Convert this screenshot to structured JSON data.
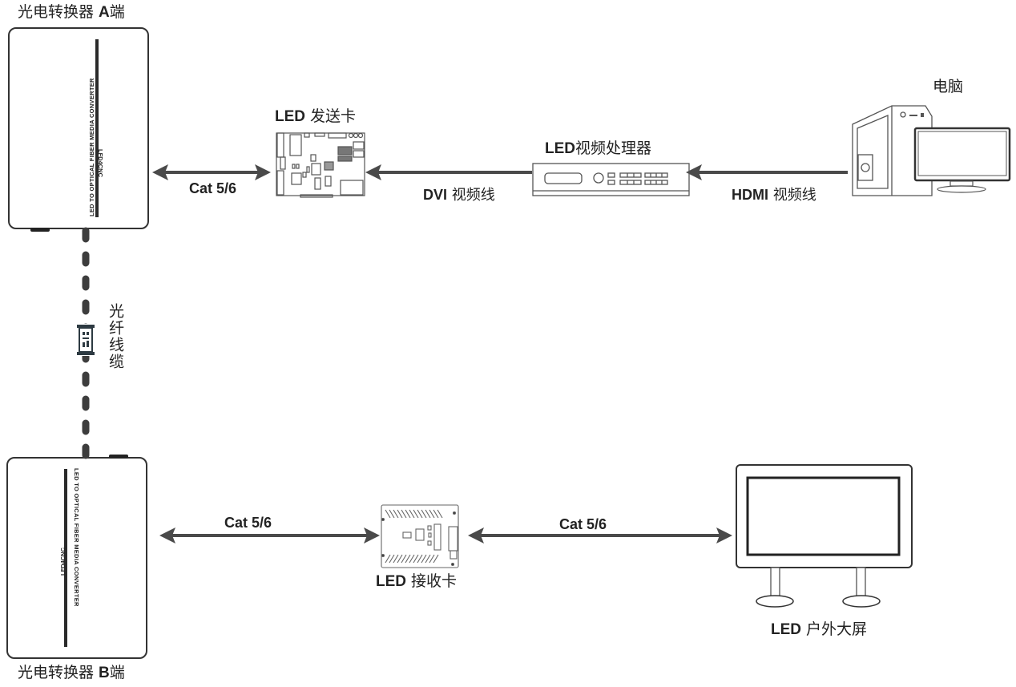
{
  "diagram": {
    "title": "LED显示屏光纤传输连接示意图",
    "nodes": {
      "converter_a": {
        "label_prefix": "光电转换器 ",
        "label_bold": "A",
        "label_suffix": "端",
        "device_text": "LED TO OPTICAL FIBER MEDIA CONVERTER",
        "model": "LFD4CNC"
      },
      "converter_b": {
        "label_prefix": "光电转换器 ",
        "label_bold": "B",
        "label_suffix": "端",
        "device_text": "LED TO OPTICAL FIBER MEDIA CONVERTER",
        "model": "LFD4CNC"
      },
      "sender_card": {
        "label_bold": "LED",
        "label_suffix": " 发送卡"
      },
      "video_processor": {
        "label_bold": "LED",
        "label_suffix": "视频处理器"
      },
      "computer": {
        "label": "电脑"
      },
      "receiver_card": {
        "label_bold": "LED",
        "label_suffix": " 接收卡"
      },
      "outdoor_screen": {
        "label_bold": "LED",
        "label_suffix": " 户外大屏"
      }
    },
    "edges": [
      {
        "from": "converter_a",
        "to": "sender_card",
        "direction": "both",
        "label_bold": "Cat 5/6",
        "label_suffix": ""
      },
      {
        "from": "video_processor",
        "to": "sender_card",
        "direction": "forward",
        "label_bold": "DVI",
        "label_suffix": " 视频线"
      },
      {
        "from": "computer",
        "to": "video_processor",
        "direction": "forward",
        "label_bold": "HDMI",
        "label_suffix": " 视频线"
      },
      {
        "from": "converter_a",
        "to": "converter_b",
        "direction": "none",
        "style": "dashed",
        "label": "光纤线缆"
      },
      {
        "from": "converter_b",
        "to": "receiver_card",
        "direction": "both",
        "label_bold": "Cat 5/6",
        "label_suffix": ""
      },
      {
        "from": "receiver_card",
        "to": "outdoor_screen",
        "direction": "both",
        "label_bold": "Cat 5/6",
        "label_suffix": ""
      }
    ],
    "colors": {
      "line": "#4a4a4a",
      "outline": "#333333",
      "text": "#222222",
      "background": "#ffffff"
    }
  }
}
